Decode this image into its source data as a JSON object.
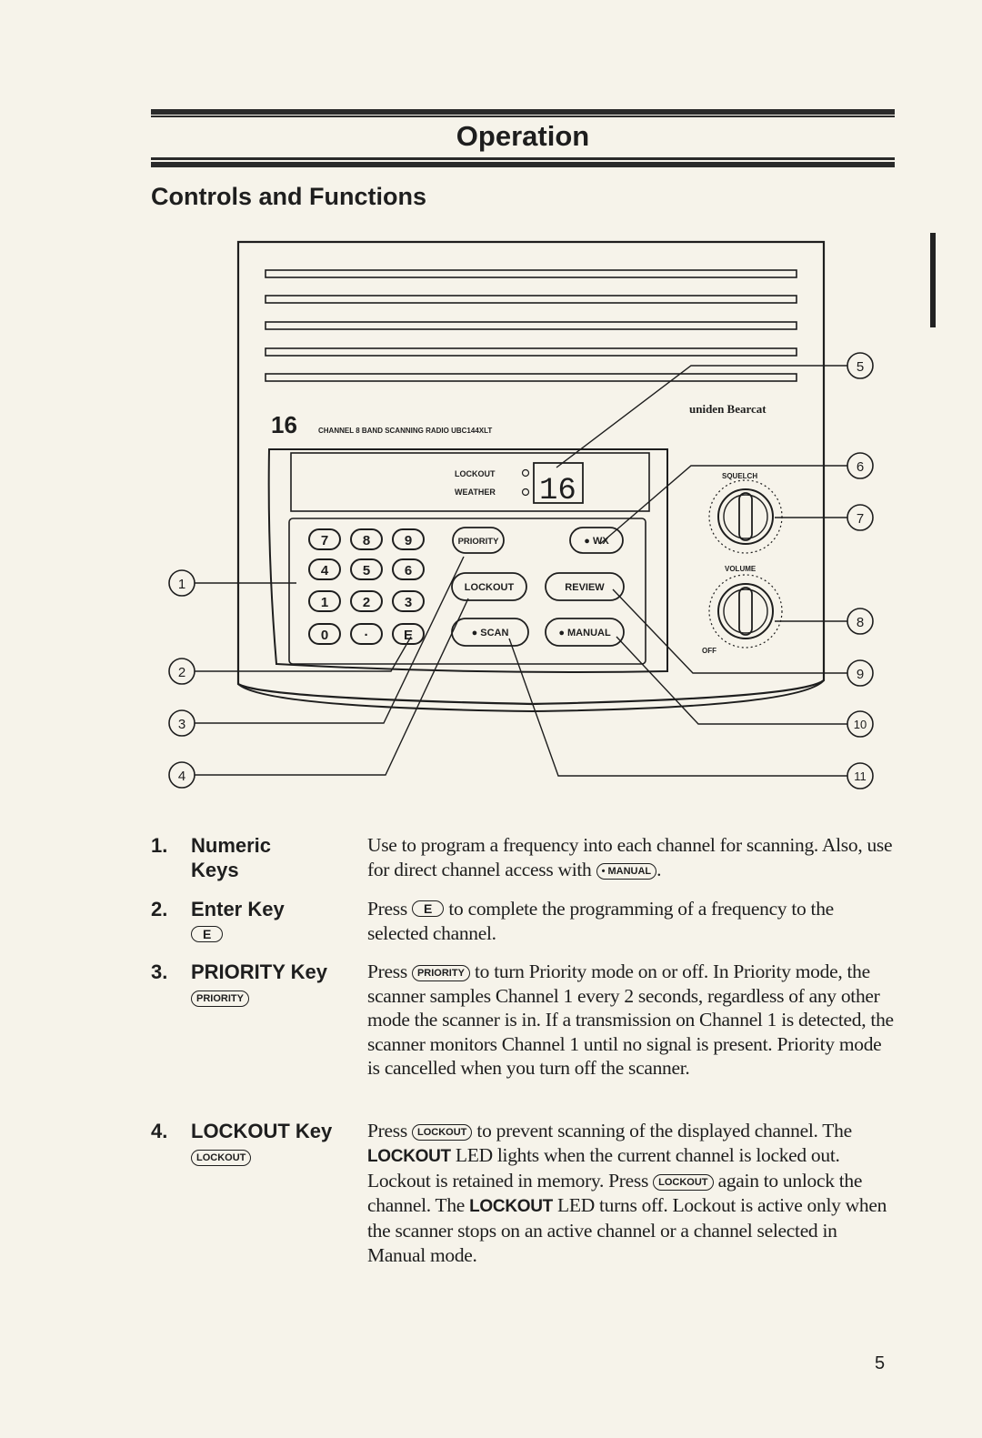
{
  "header": {
    "title": "Operation",
    "section": "Controls and Functions"
  },
  "diagram": {
    "model_number": "16",
    "model_text": "CHANNEL 8 BAND SCANNING RADIO UBC144XLT",
    "brand": "uniden Bearcat",
    "display_text": "16",
    "indicator_lockout": "LOCKOUT",
    "indicator_weather": "WEATHER",
    "keypad": [
      "7",
      "8",
      "9",
      "4",
      "5",
      "6",
      "1",
      "2",
      "3",
      "0",
      "·",
      "E"
    ],
    "buttons": {
      "priority": "PRIORITY",
      "wx": "● WX",
      "lockout": "LOCKOUT",
      "review": "REVIEW",
      "scan": "● SCAN",
      "manual": "● MANUAL"
    },
    "squelch_label": "SQUELCH",
    "volume_label": "VOLUME",
    "off_label": "OFF",
    "callouts": [
      "1",
      "2",
      "3",
      "4",
      "5",
      "6",
      "7",
      "8",
      "9",
      "10",
      "11"
    ]
  },
  "items": [
    {
      "number": "1.",
      "term_line1": "Numeric",
      "term_line2": "Keys",
      "desc_a": "Use to program a frequency into each channel for scanning. Also, use for direct channel access with ",
      "desc_icon": "• MANUAL",
      "desc_b": "."
    },
    {
      "number": "2.",
      "term_line1": "Enter Key",
      "term_icon": "E",
      "desc_a": "Press ",
      "desc_icon": "E",
      "desc_b": " to complete the programming of a frequency to the selected channel."
    },
    {
      "number": "3.",
      "term_line1": "PRIORITY Key",
      "term_icon": "PRIORITY",
      "desc_a": "Press ",
      "desc_icon": "PRIORITY",
      "desc_b": " to turn Priority mode on or off.  In Priority mode, the scanner samples Channel 1 every 2 seconds, regardless of any other mode the scanner is in.  If a transmission on Channel 1 is detected, the scanner monitors Channel 1 until no signal is present.  Priority mode is cancelled when you turn off the scanner."
    },
    {
      "number": "4.",
      "term_line1": "LOCKOUT Key",
      "term_icon": "LOCKOUT",
      "desc_a": "Press ",
      "desc_icon": "LOCKOUT",
      "desc_b": " to prevent scanning of the displayed channel. The ",
      "desc_bold1": "LOCKOUT",
      "desc_c": " LED lights when the current channel is locked out.  Lockout is retained in memory.  Press ",
      "desc_icon2": "LOCKOUT",
      "desc_d": " again to unlock the channel.  The ",
      "desc_bold2": "LOCKOUT",
      "desc_e": " LED turns off. Lockout is active only when the scanner stops on an active channel or a channel selected in Manual mode."
    }
  ],
  "page_number": "5"
}
